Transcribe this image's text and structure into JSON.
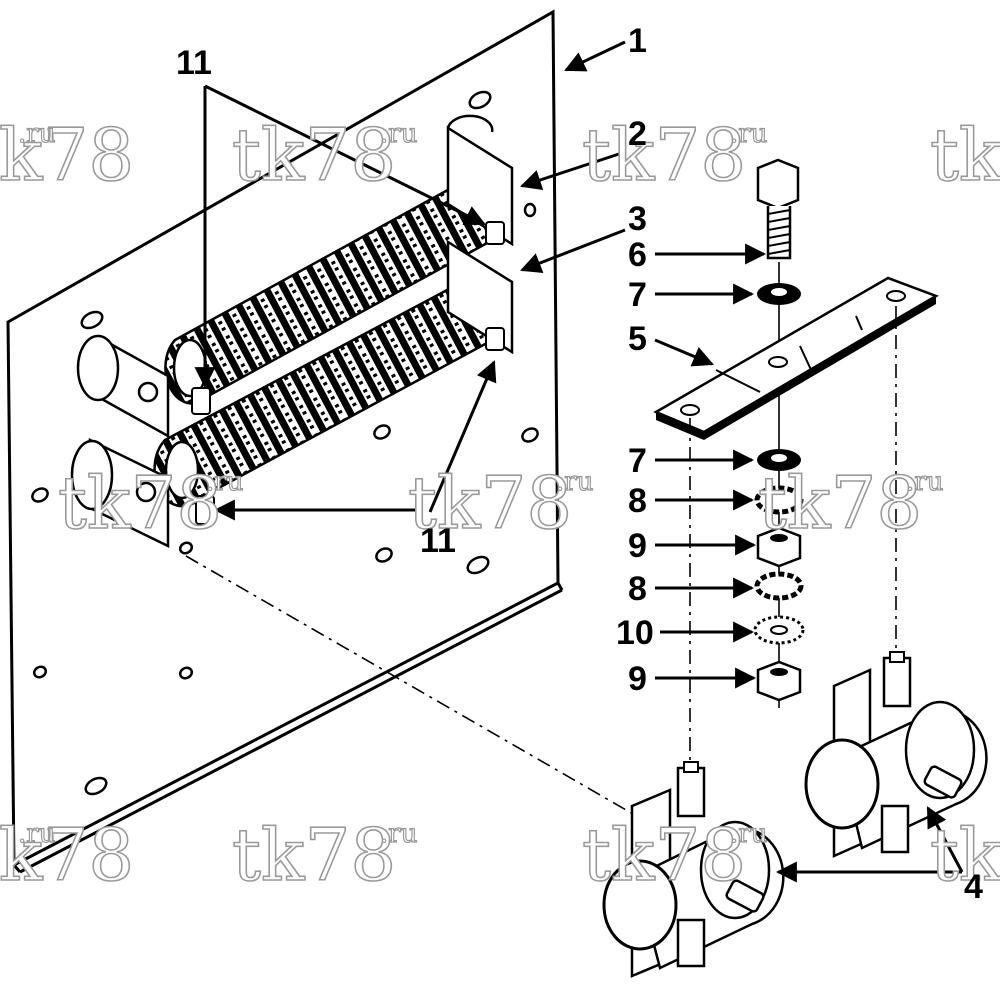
{
  "diagram": {
    "callouts": [
      {
        "id": "c1",
        "text": "1"
      },
      {
        "id": "c2",
        "text": "2"
      },
      {
        "id": "c3",
        "text": "3"
      },
      {
        "id": "c4",
        "text": "4"
      },
      {
        "id": "c5",
        "text": "5"
      },
      {
        "id": "c6",
        "text": "6"
      },
      {
        "id": "c7a",
        "text": "7"
      },
      {
        "id": "c7b",
        "text": "7"
      },
      {
        "id": "c8a",
        "text": "8"
      },
      {
        "id": "c8b",
        "text": "8"
      },
      {
        "id": "c9a",
        "text": "9"
      },
      {
        "id": "c9b",
        "text": "9"
      },
      {
        "id": "c10",
        "text": "10"
      },
      {
        "id": "c11a",
        "text": "11"
      },
      {
        "id": "c11b",
        "text": "11"
      }
    ],
    "watermark": {
      "main": "tk78",
      "sup": ".ru"
    }
  }
}
